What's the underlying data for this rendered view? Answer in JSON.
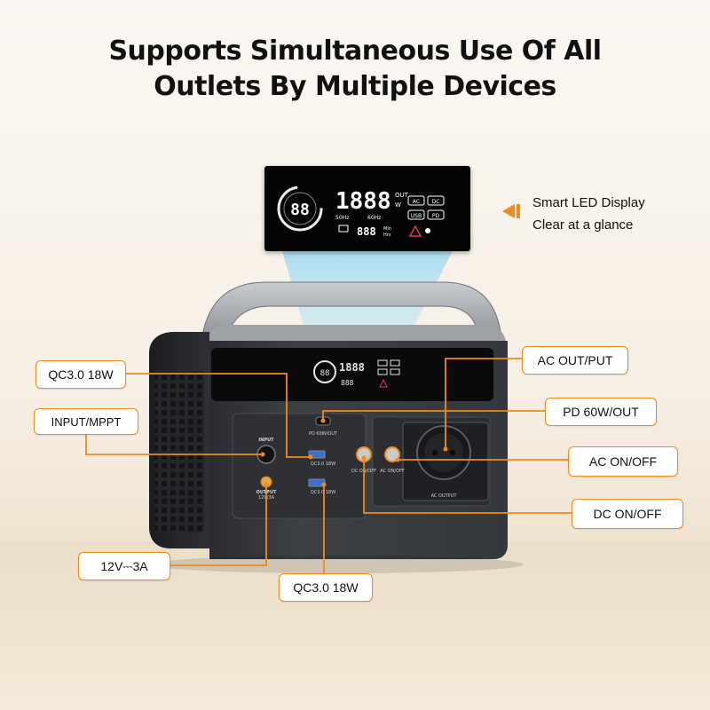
{
  "headline": {
    "line1": "Supports Simultaneous Use Of All",
    "line2": "Outlets By Multiple Devices"
  },
  "display_callout": {
    "line1": "Smart LED Display",
    "line2": "Clear at a glance"
  },
  "display_readout": {
    "ring_value": "88",
    "main_value": "1888",
    "unit_out": "OUT",
    "unit_w": "W",
    "hz1": "50Hz",
    "hz2": "60Hz",
    "small_value": "888",
    "min_label": "Min",
    "hrs_label": "Hrs",
    "badge_ac": "AC",
    "badge_dc": "DC",
    "badge_usb": "USB",
    "badge_pd": "PD"
  },
  "labels": {
    "qc_top": "QC3.0 18W",
    "input_mppt": "INPUT/MPPT",
    "output_12v": "12V⎓3A",
    "qc_bottom": "QC3.0 18W",
    "ac_output": "AC OUT/PUT",
    "pd": "PD 60W/OUT",
    "ac_switch": "AC ON/OFF",
    "dc_switch": "DC ON/OFF"
  },
  "panel_text": {
    "pd_port": "PD 60W/OUT",
    "input": "INPUT",
    "output": "OUTPUT",
    "output_spec": "12V/3A",
    "qc1": "QC3.0 18W",
    "qc2": "QC3.0 18W",
    "dc_on": "DC ON/OFF",
    "ac_on": "AC ON/OFF",
    "ac_output": "AC OUTPUT"
  },
  "colors": {
    "accent": "#f08a1c",
    "device_body": "#3a3d42",
    "display_bg": "#050505"
  }
}
